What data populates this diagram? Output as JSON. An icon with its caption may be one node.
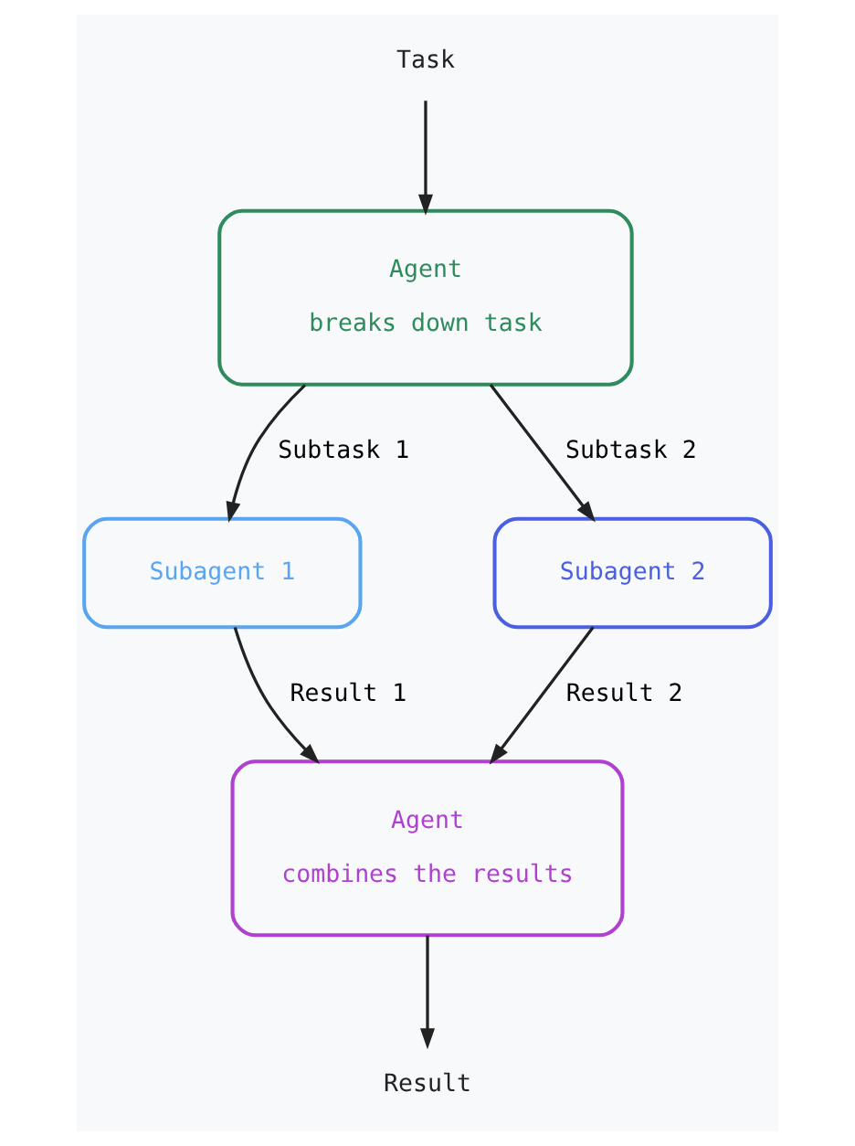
{
  "diagram": {
    "nodes": [
      {
        "text": [
          "Task"
        ]
      },
      {
        "text": [
          "Agent",
          "breaks down task"
        ]
      },
      {
        "text": [
          "Subagent 1"
        ]
      },
      {
        "text": [
          "Subagent 2"
        ]
      },
      {
        "text": [
          "Agent",
          "combines the results"
        ]
      },
      {
        "text": [
          "Result"
        ]
      }
    ],
    "edges": [
      {
        "from": 0,
        "to": 1,
        "arrow": "to"
      },
      {
        "from": 1,
        "to": 2,
        "arrow": "to",
        "label": "Subtask 1"
      },
      {
        "from": 1,
        "to": 3,
        "arrow": "to",
        "label": "Subtask 2"
      },
      {
        "from": 2,
        "to": 4,
        "arrow": "to",
        "label": "Result 1"
      },
      {
        "from": 3,
        "to": 4,
        "arrow": "to",
        "label": "Result 2"
      },
      {
        "from": 4,
        "to": 5,
        "arrow": "to"
      }
    ]
  }
}
